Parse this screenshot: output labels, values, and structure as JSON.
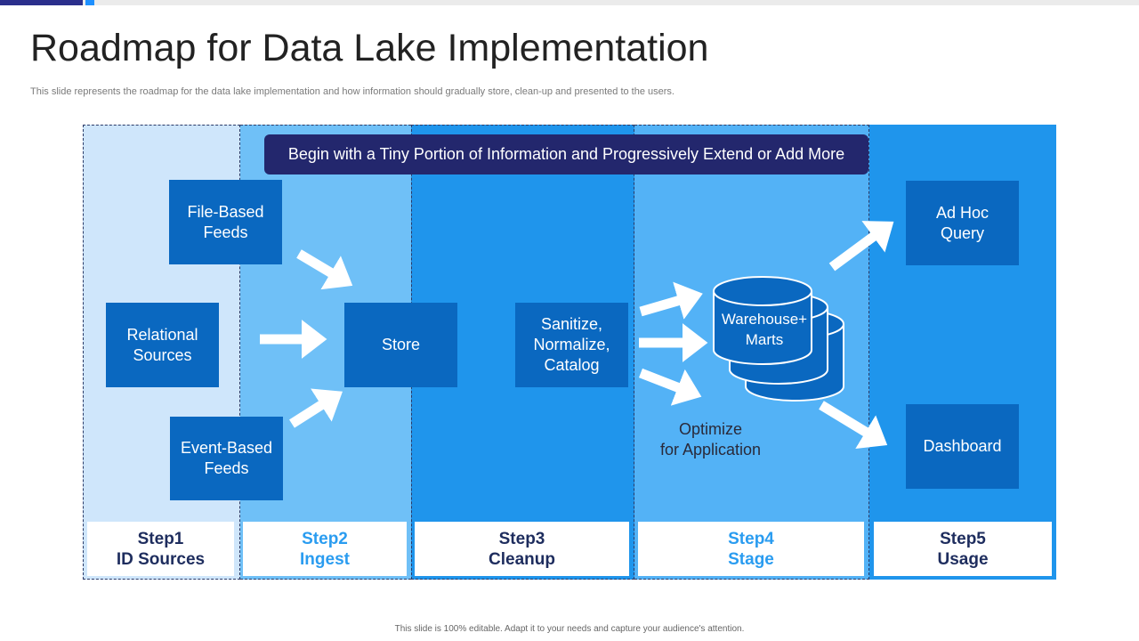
{
  "title": "Roadmap for Data Lake Implementation",
  "subtitle": "This slide represents the roadmap for the data lake implementation and how information should gradually store, clean-up and presented to the users.",
  "banner": "Begin with a Tiny Portion of Information and Progressively Extend or Add More",
  "sources": {
    "file_based": "File-Based\nFeeds",
    "relational": "Relational\nSources",
    "event_based": "Event-Based\nFeeds"
  },
  "store": "Store",
  "cleanup": "Sanitize,\nNormalize,\nCatalog",
  "warehouse": "Warehouse+\nMarts",
  "optimize": "Optimize\nfor Application",
  "usage": {
    "ad_hoc": "Ad Hoc\nQuery",
    "dashboard": "Dashboard"
  },
  "steps": [
    {
      "step": "Step1",
      "name": "ID Sources"
    },
    {
      "step": "Step2",
      "name": "Ingest"
    },
    {
      "step": "Step3",
      "name": "Cleanup"
    },
    {
      "step": "Step4",
      "name": "Stage"
    },
    {
      "step": "Step5",
      "name": "Usage"
    }
  ],
  "footer": "This slide is 100% editable. Adapt it to your needs and capture your audience's attention.",
  "colors": {
    "navy": "#23276d",
    "box_blue": "#0a68c0",
    "col1": "#cfe6fb",
    "col2": "#6fc0f7",
    "col3": "#1f95ec",
    "col4": "#53b2f6",
    "col5": "#1f95ec"
  }
}
